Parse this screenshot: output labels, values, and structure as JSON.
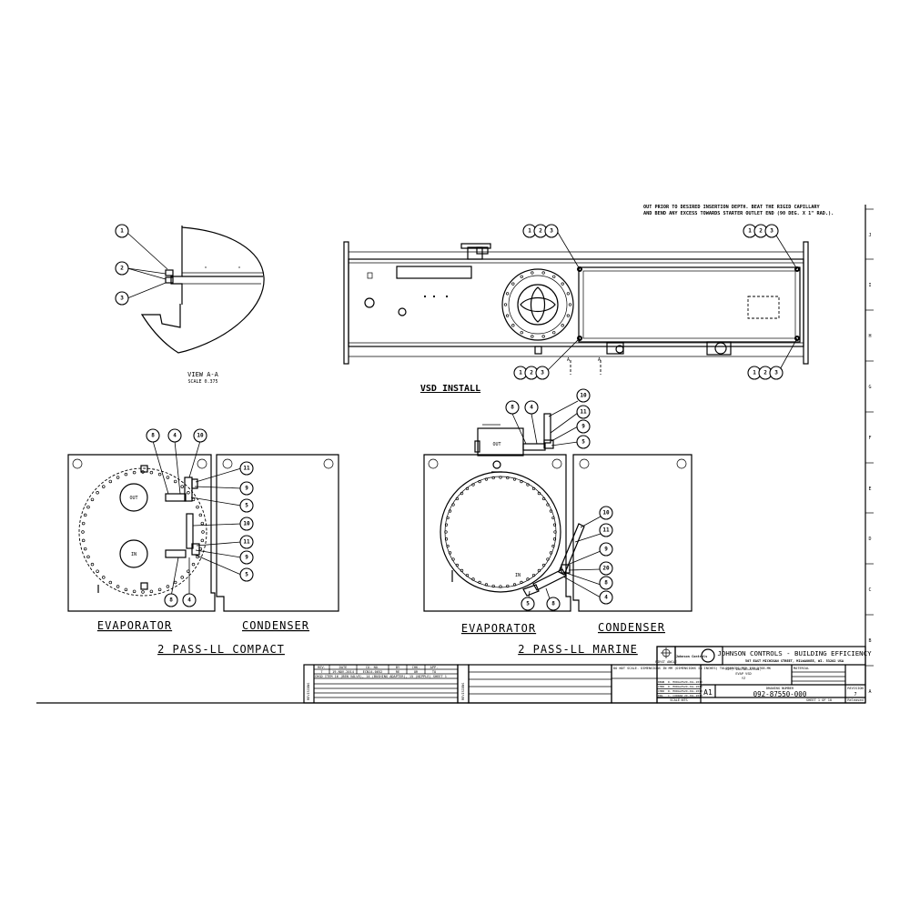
{
  "note": {
    "line1": "OUT PRIOR TO DESIRED INSERTION DEPTH. BEAT THE RIGID CAPILLARY",
    "line2": "AND BEND ANY EXCESS TOWARDS STARTER OUTLET END (90 DEG. X 1\" RAD.)."
  },
  "view_aa": {
    "title": "VIEW A-A",
    "scale": "SCALE 0.375",
    "bubbles": [
      "1",
      "2",
      "3"
    ]
  },
  "vsd": {
    "title": "VSD INSTALL",
    "section_mark": "A",
    "bubble_groups": [
      [
        "1",
        "2",
        "3"
      ],
      [
        "1",
        "2",
        "3"
      ],
      [
        "1",
        "2",
        "3"
      ],
      [
        "1",
        "2",
        "3"
      ]
    ]
  },
  "compact": {
    "evap_label": "EVAPORATOR",
    "cond_label": "CONDENSER",
    "title": "2 PASS-LL COMPACT",
    "out_label": "OUT",
    "in_label": "IN",
    "top_bubbles": [
      "8",
      "4",
      "10"
    ],
    "right_bubbles": [
      "11",
      "9",
      "5",
      "10",
      "11",
      "9",
      "5"
    ],
    "bottom_bubbles": [
      "8",
      "4"
    ]
  },
  "marine": {
    "evap_label": "EVAPORATOR",
    "cond_label": "CONDENSER",
    "title": "2 PASS-LL MARINE",
    "out_label": "OUT",
    "in_label": "IN",
    "top_bubbles": [
      "8",
      "4",
      "10",
      "11",
      "9",
      "5"
    ],
    "right_bubbles": [
      "10",
      "11",
      "9",
      "20",
      "8",
      "4"
    ],
    "bottom_bubbles": [
      "5",
      "8"
    ]
  },
  "zones": [
    "J",
    "I",
    "H",
    "G",
    "F",
    "E",
    "D",
    "C",
    "B",
    "A"
  ],
  "revision": {
    "headers": [
      "REV.",
      "DATE",
      "CO. NO.",
      "BY",
      "CHK.",
      "APP."
    ],
    "row": [
      "7",
      "19-NOV-2014",
      "ECN14-0652",
      "RE",
      "OR",
      "TO"
    ],
    "description": "CHGD ITEM 16 (BEN VALVE), 14 (BUSHING ADAPTER), 15 (NIPPLE) SHEET 1",
    "side_label": "REVISIONS"
  },
  "title_block": {
    "company": "JOHNSON CONTROLS - BUILDING EFFICIENCY",
    "address": "507 EAST MICHIGAN STREET, MILWAUKEE, WI. 53202 USA",
    "logo": "Johnson Controls",
    "projection_label": "FIRST ANGLE",
    "drawing_title": [
      "KIT, INSTALLATION,",
      "EVAP VSD",
      "YZ"
    ],
    "material_label": "MATERIAL",
    "size": "A1",
    "drawing_number_label": "DRAWING NUMBER",
    "drawing_number": "092-87550-000",
    "revision_label": "REVISION",
    "revision_value": "7",
    "scale_label": "SCALE:NTS",
    "sheet": "SHEET 1 OF 10",
    "status": "Released",
    "notes": "DO NOT SCALE. DIMENSIONS IN MM (DIMENSIONS IN INCHES) TOLERANCES PER ISO 2768-MK",
    "names": [
      [
        "DRWN",
        "D. MORALES",
        "29-JUL-2010"
      ],
      [
        "CHKD",
        "D. MORALES",
        "29-JUL-2010"
      ],
      [
        "CHKD",
        "D. MORALES",
        "29-JUL-2010"
      ],
      [
        "ENG",
        "C. CORRAN",
        "29-JUL-2010"
      ]
    ]
  }
}
